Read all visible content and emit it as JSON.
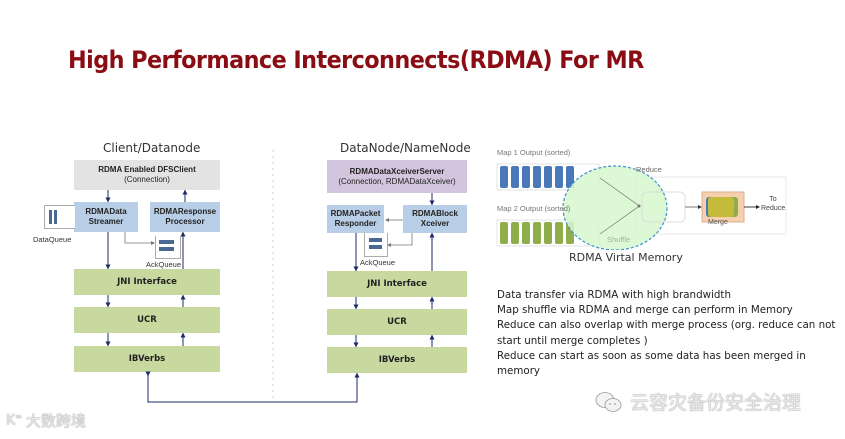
{
  "title": "High Performance Interconnects(RDMA) For MR",
  "left_diagram": {
    "heading": "Client/Datanode",
    "top_box": {
      "name": "RDMA Enabled DFSClient",
      "sub": "(Connection)"
    },
    "left_box": {
      "line1": "RDMAData",
      "line2": "Streamer"
    },
    "right_box": {
      "line1": "RDMAResponse",
      "line2": "Processor"
    },
    "data_queue_label": "DataQueue",
    "ack_queue_label": "AckQueue",
    "layers": [
      "JNI Interface",
      "UCR",
      "IBVerbs"
    ]
  },
  "right_diagram": {
    "heading": "DataNode/NameNode",
    "top_box": {
      "name": "RDMADataXceiverServer",
      "sub": "(Connection, RDMADataXceiver)"
    },
    "left_box": {
      "line1": "RDMAPacket",
      "line2": "Responder"
    },
    "right_box": {
      "line1": "RDMABlock",
      "line2": "Xceiver"
    },
    "ack_queue_label": "AckQueue",
    "layers": [
      "JNI Interface",
      "UCR",
      "IBVerbs"
    ]
  },
  "mr_diagram": {
    "map1_label": "Map 1 Output (sorted)",
    "map2_label": "Map 2 Output (sorted)",
    "reduce_label": "Reduce",
    "shuffle_label": "Shuffle",
    "merge_label": "Merge",
    "to_reduce_line1": "To",
    "to_reduce_line2": "Reduce",
    "caption": "RDMA Virtal Memory",
    "colors": {
      "map1": "#4a78b8",
      "map2": "#8fad4a",
      "ellipse": "#d6f7cc",
      "ellipse_border": "#3d8fd1",
      "merge_bg": "#f6cfae"
    }
  },
  "bullets": [
    "Data transfer via RDMA with high brandwidth",
    "Map shuffle via RDMA and merge can perform in Memory",
    "Reduce can also overlap with merge process (org. reduce can not",
    "start until merge completes )",
    "Reduce can start as soon as some data has been merged in",
    "memory"
  ],
  "watermarks": {
    "left": "大数跨境",
    "right": "云容灾备份安全治理"
  }
}
